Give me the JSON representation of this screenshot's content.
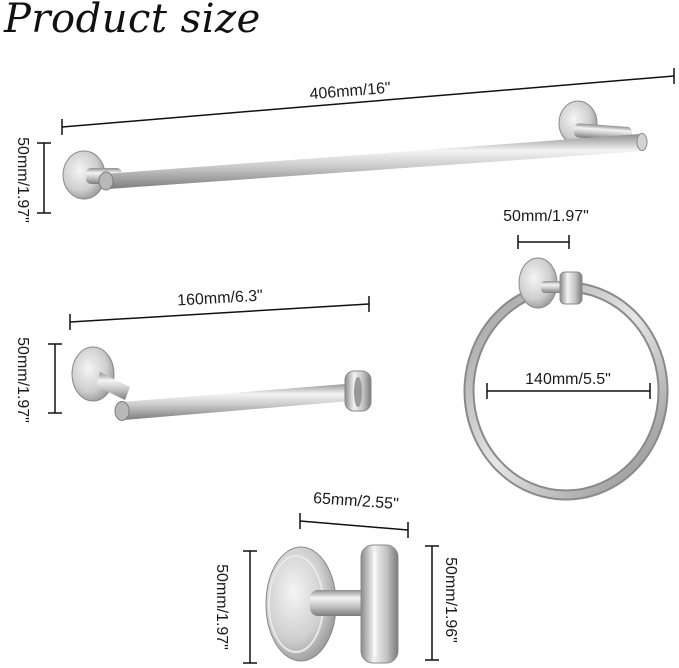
{
  "title": "Product size",
  "towel_bar": {
    "length": "406mm/16\"",
    "height": "50mm/1.97\""
  },
  "paper_holder": {
    "length": "160mm/6.3\"",
    "height": "50mm/1.97\""
  },
  "towel_ring": {
    "base_width": "50mm/1.97\"",
    "diameter": "140mm/5.5\""
  },
  "robe_hook": {
    "depth": "65mm/2.55\"",
    "base_height": "50mm/1.97\"",
    "hook_height": "50mm/1.96\""
  },
  "colors": {
    "metal_light": "#f2f2f2",
    "metal_mid": "#c4c4c4",
    "metal_dark": "#8a8a8a",
    "line": "#111111"
  }
}
